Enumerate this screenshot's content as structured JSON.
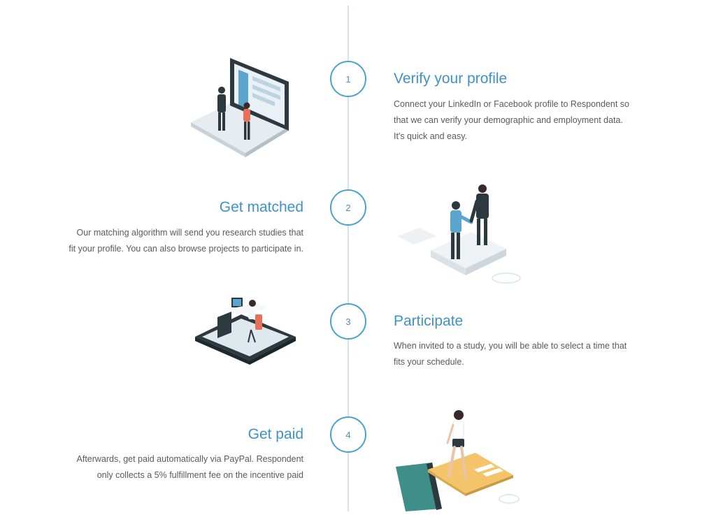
{
  "steps": [
    {
      "number": "1",
      "title": "Verify your profile",
      "lines": [
        "Connect your LinkedIn or Facebook profile to Respondent so",
        "that we can verify your demographic and employment data.",
        "It's quick and easy."
      ]
    },
    {
      "number": "2",
      "title": "Get matched",
      "lines": [
        "Our matching algorithm will send you research studies that",
        "fit your profile. You can also browse projects to participate in."
      ]
    },
    {
      "number": "3",
      "title": "Participate",
      "lines": [
        "When invited to a study, you will be able to select a time that",
        "fits your schedule."
      ]
    },
    {
      "number": "4",
      "title": "Get paid",
      "lines": [
        "Afterwards, get paid automatically via PayPal. Respondent",
        "only collects a 5% fulfillment fee on the incentive paid"
      ]
    }
  ],
  "colors": {
    "accent": "#3d93c4",
    "line": "#d6e3ea",
    "text": "#5a5a5a",
    "dark": "#2c3a40",
    "coral": "#e8705a",
    "teal": "#3e8f8a",
    "gold": "#f3c46a"
  }
}
